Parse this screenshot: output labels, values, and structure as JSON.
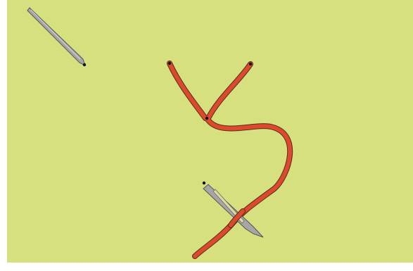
{
  "scene": {
    "board_color": "#d6e07e",
    "page_color": "#ffffff",
    "rope_color": "#dc4a2e",
    "rope_outline_color": "#5a2a18",
    "needle_color": "#a4a4a4",
    "needle_outline_color": "#555555",
    "pin_color": "#111111"
  },
  "pieces": [
    {
      "name": "needle-top-left",
      "type": "needle",
      "interactable": true
    },
    {
      "name": "needle-bottom",
      "type": "needle",
      "interactable": true
    },
    {
      "name": "rope",
      "type": "rope",
      "interactable": true
    }
  ]
}
